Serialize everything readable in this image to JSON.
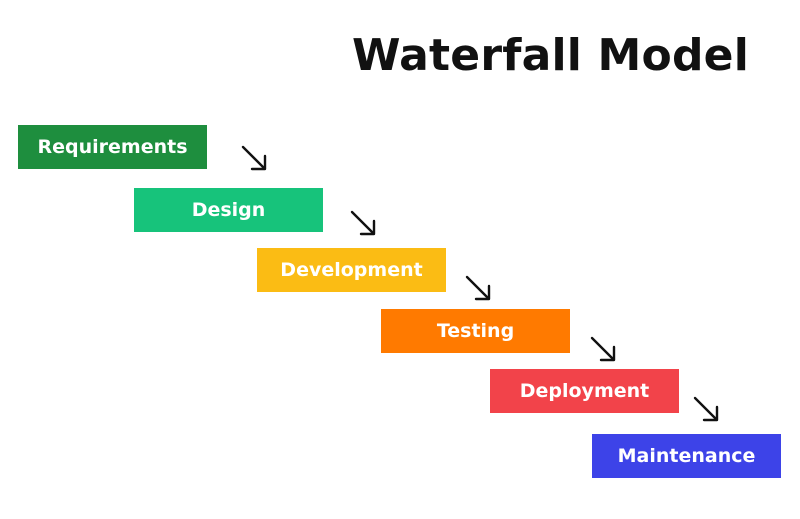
{
  "diagram": {
    "title": "Waterfall Model",
    "stages": [
      {
        "label": "Requirements",
        "color": "#1E8E3E"
      },
      {
        "label": "Design",
        "color": "#17C37B"
      },
      {
        "label": "Development",
        "color": "#FBBC14"
      },
      {
        "label": "Testing",
        "color": "#FF7A00"
      },
      {
        "label": "Deployment",
        "color": "#F2434A"
      },
      {
        "label": "Maintenance",
        "color": "#3D43E8"
      }
    ],
    "arrow_icon": "arrow-down-right-icon"
  }
}
